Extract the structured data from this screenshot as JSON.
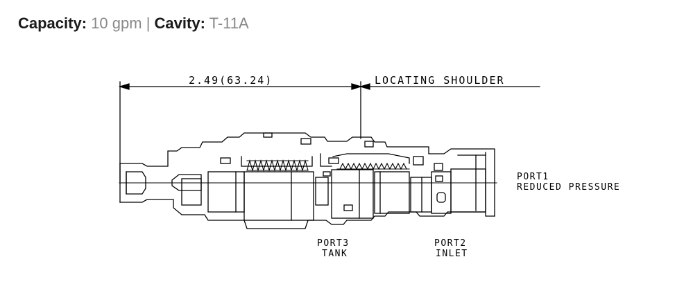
{
  "specs": {
    "capacity_label": "Capacity:",
    "capacity_value": "10 gpm",
    "separator": "|",
    "cavity_label": "Cavity:",
    "cavity_value": "T-11A"
  },
  "diagram": {
    "dimension_label": "2.49(63.24)",
    "shoulder_label": "LOCATING SHOULDER",
    "port1": {
      "name": "PORT1",
      "desc": "REDUCED PRESSURE"
    },
    "port2": {
      "name": "PORT2",
      "desc": "INLET"
    },
    "port3": {
      "name": "PORT3",
      "desc": "TANK"
    }
  }
}
